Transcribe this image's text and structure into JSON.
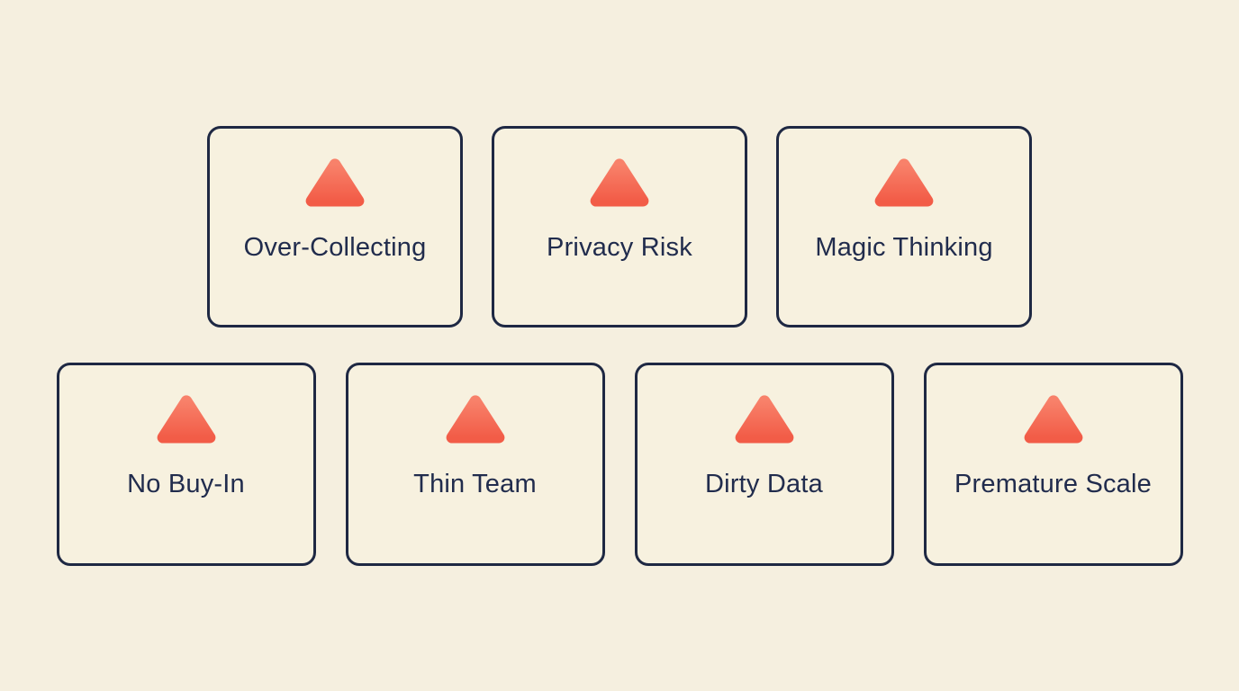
{
  "colors": {
    "page_bg": "#f5efdf",
    "card_bg": "#f7f1df",
    "card_border": "#1e2843",
    "label_text": "#212c4d",
    "triangle_top": "#f8816a",
    "triangle_bottom": "#f25c47"
  },
  "rows": [
    {
      "cards": [
        {
          "label": "Over-Collecting",
          "icon": "warning-triangle-icon"
        },
        {
          "label": "Privacy Risk",
          "icon": "warning-triangle-icon"
        },
        {
          "label": "Magic Thinking",
          "icon": "warning-triangle-icon"
        }
      ]
    },
    {
      "cards": [
        {
          "label": "No Buy-In",
          "icon": "warning-triangle-icon"
        },
        {
          "label": "Thin Team",
          "icon": "warning-triangle-icon"
        },
        {
          "label": "Dirty Data",
          "icon": "warning-triangle-icon"
        },
        {
          "label": "Premature Scale",
          "icon": "warning-triangle-icon"
        }
      ]
    }
  ]
}
